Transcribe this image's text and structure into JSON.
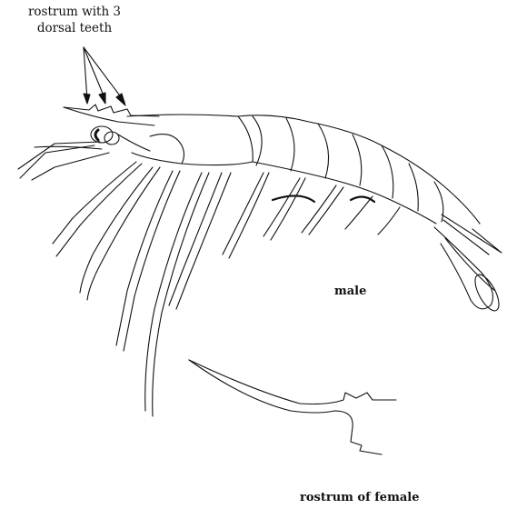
{
  "figure": {
    "annotation_top_line1": "rostrum with 3",
    "annotation_top_line2": "dorsal teeth",
    "label_male": "male",
    "label_female": "rostrum of female"
  },
  "colors": {
    "ink": "#111111",
    "background": "#ffffff"
  }
}
